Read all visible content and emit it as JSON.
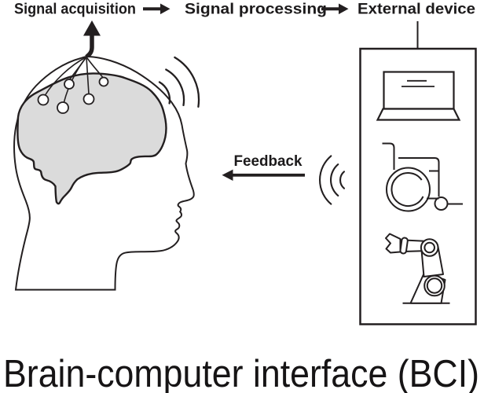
{
  "title": "Brain-computer interface (BCI)",
  "flow": {
    "steps": [
      {
        "label": "Signal acquisition"
      },
      {
        "label": "Signal processing"
      },
      {
        "label": "External device"
      }
    ],
    "feedback_label": "Feedback"
  },
  "icons": {
    "head_side": "wireless-waves-icon",
    "device_side": "wireless-waves-icon",
    "external_devices": [
      "laptop-icon",
      "wheelchair-icon",
      "robot-arm-icon"
    ],
    "head": "head-profile-with-brain-electrodes"
  },
  "colors": {
    "line": "#231f20",
    "brain_fill": "#dbdbdb",
    "background": "#ffffff",
    "text": "#1c1a1b"
  }
}
